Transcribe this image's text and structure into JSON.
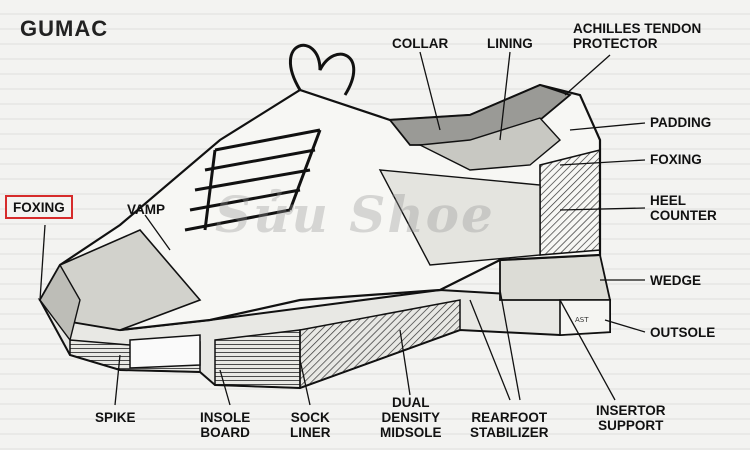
{
  "brand": "GUMAC",
  "watermark": {
    "text": "Sửu Shoe"
  },
  "labels": {
    "collar": "COLLAR",
    "lining": "LINING",
    "achilles": "ACHILLES TENDON\nPROTECTOR",
    "padding": "PADDING",
    "foxing_right": "FOXING",
    "heel_counter": "HEEL\nCOUNTER",
    "wedge": "WEDGE",
    "outsole": "OUTSOLE",
    "foxing_left": "FOXING",
    "vamp": "VAMP",
    "spike": "SPIKE",
    "insole_board": "INSOLE\nBOARD",
    "sock_liner": "SOCK\nLINER",
    "dual_density_midsole": "DUAL\nDENSITY\nMIDSOLE",
    "rearfoot_stabilizer": "REARFOOT\nSTABILIZER",
    "insertor_support": "INSERTOR\nSUPPORT"
  },
  "highlight_color": "#d62b2b"
}
